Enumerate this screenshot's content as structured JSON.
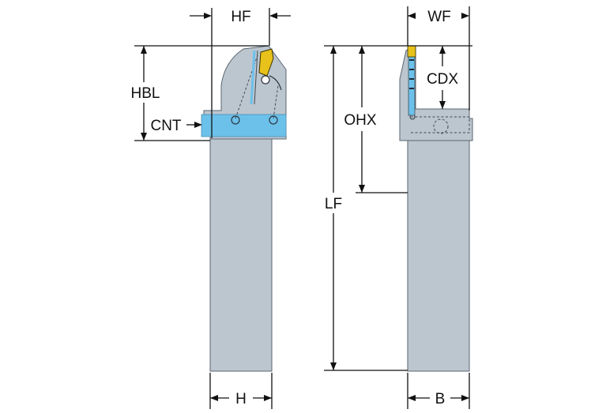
{
  "labels": {
    "hf": "HF",
    "hbl": "HBL",
    "cnt": "CNT",
    "h": "H",
    "wf": "WF",
    "cdx": "CDX",
    "ohx": "OHX",
    "lf": "LF",
    "b": "B"
  },
  "colors": {
    "body": "#bcc6cf",
    "outline": "#5a6570",
    "coolant_channel": "#6cc1ea",
    "insert": "#e8c21a",
    "dimension": "#111111"
  }
}
